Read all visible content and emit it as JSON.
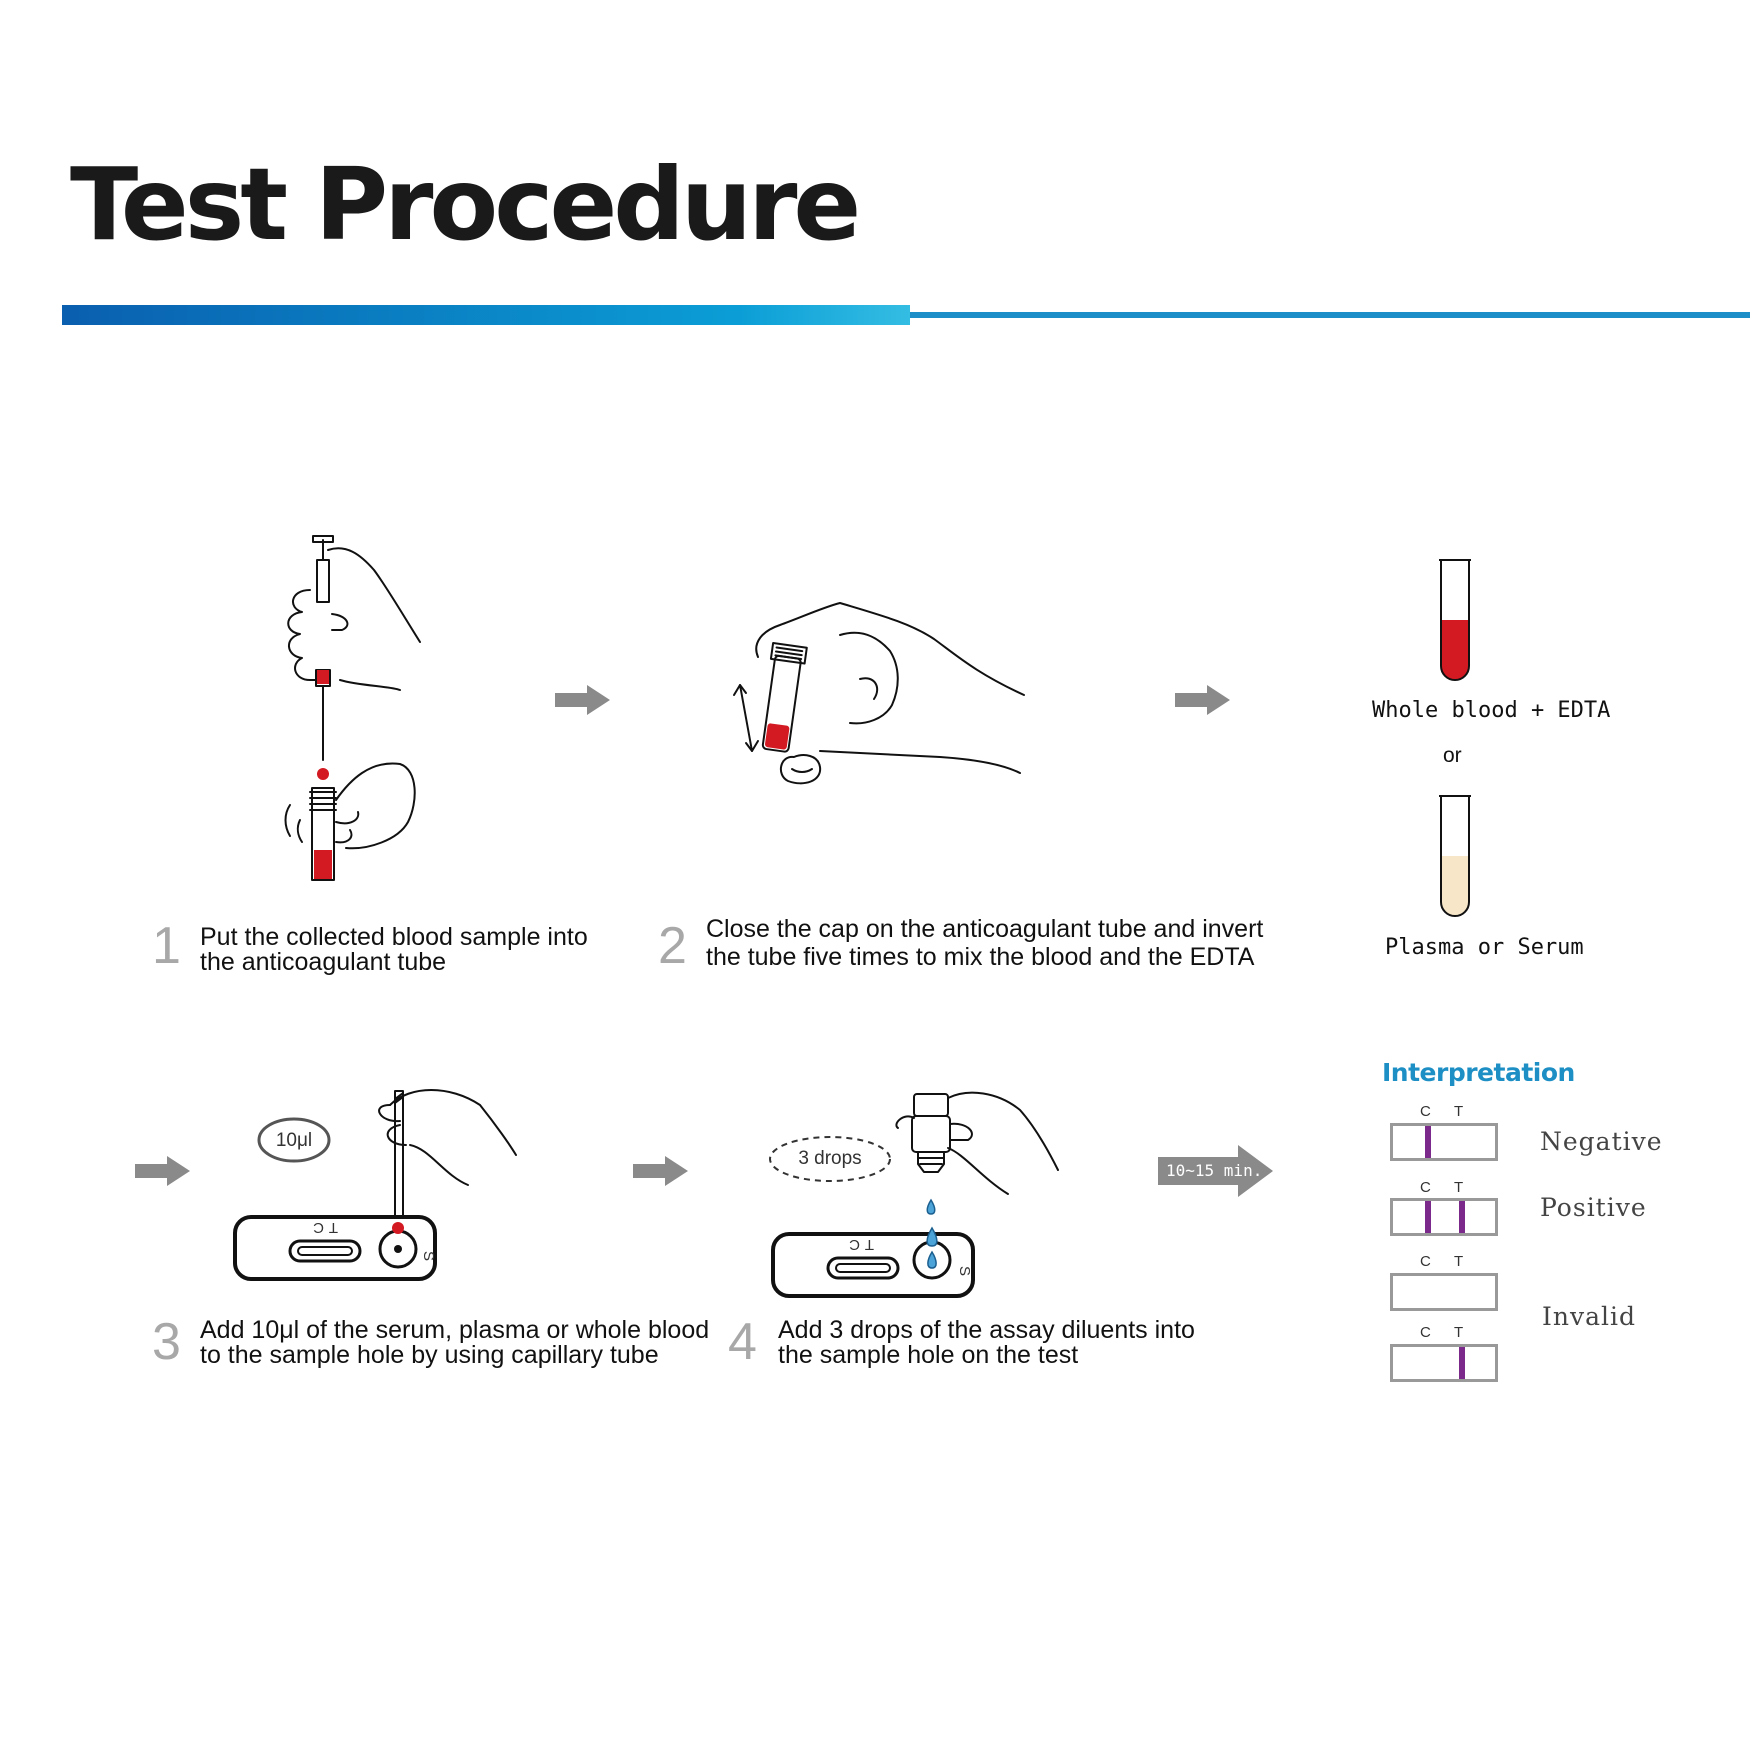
{
  "title": "Test Procedure",
  "colors": {
    "accent_blue": "#1e8ec9",
    "blood_red": "#d31a22",
    "plasma": "#f7e6c8",
    "line_purple": "#7b2a8c",
    "arrow_gray": "#8a8a8a"
  },
  "steps": [
    {
      "number": "1",
      "text": "Put the collected blood sample into\nthe anticoagulant tube"
    },
    {
      "number": "2",
      "text": "Close the cap on the anticoagulant tube and invert\nthe tube five times to mix the blood and the EDTA"
    },
    {
      "number": "3",
      "text": "Add 10μl of the serum, plasma or whole blood\nto the sample hole by using capillary tube"
    },
    {
      "number": "4",
      "text": "Add 3 drops of the assay diluents into\nthe sample hole on the test"
    }
  ],
  "samples": {
    "whole_blood": "Whole blood + EDTA",
    "or": "or",
    "plasma": "Plasma or Serum"
  },
  "labels": {
    "volume": "10μl",
    "drops": "3 drops",
    "time": "10~15 min."
  },
  "interpretation": {
    "heading": "Interpretation",
    "control_letter": "C",
    "test_letter": "T",
    "results": [
      {
        "label": "Negative",
        "lines": [
          "C"
        ]
      },
      {
        "label": "Positive",
        "lines": [
          "C",
          "T"
        ]
      },
      {
        "label": "Invalid",
        "lines": []
      },
      {
        "label": "",
        "lines": [
          "T"
        ]
      }
    ]
  }
}
